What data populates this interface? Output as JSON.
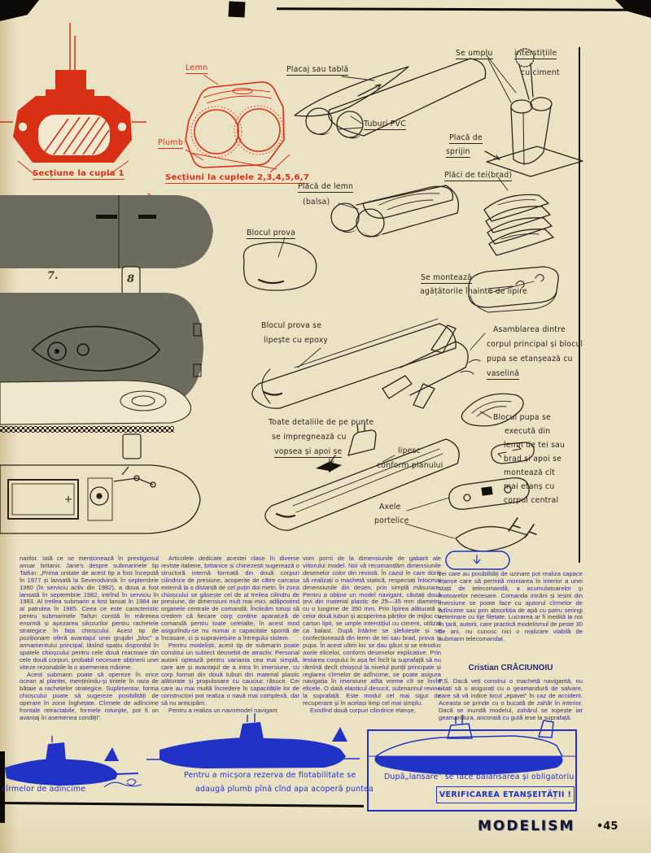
{
  "colors": {
    "paper": "#ebe2c4",
    "red_ink": "#d92f15",
    "blue_ink": "#2133c6",
    "text_navy": "#33337f",
    "black_ink": "#2b241c",
    "grey_fill": "#6d6a5e"
  },
  "masthead": {
    "logo": "MODELISM",
    "issue": "•45"
  },
  "red_diagrams": {
    "lemn": "Lemn",
    "plumb": "Plumb",
    "cap1": "Secțiune la cupla 1",
    "cap2": "Secțiuni la cuplele 2,3,4,5,6,7"
  },
  "figure_numbers": {
    "f7": "7.",
    "f8": "8"
  },
  "labels": {
    "placaj": "Placaj sau tablă",
    "tuburi": "Tuburi PVC",
    "umplu1": "Se umplu",
    "umplu2": "interstițiile",
    "umplu3": "cu ciment",
    "sprijin1": "Placă de",
    "sprijin2": "sprijin",
    "tei": "Plăci de tei(brad)",
    "monteaza1": "Se montează",
    "monteaza2": "agățătorile înainte de lipire",
    "placa1": "Placă de lemn",
    "placa2": "(balsa)",
    "prova": "Blocul prova",
    "epoxy1": "Blocul prova se",
    "epoxy2": "lipește cu epoxy",
    "asm1": "Asamblarea dintre",
    "asm2": "corpul principal și blocul",
    "asm3": "pupa se etanșează cu",
    "asm4": "vaselină",
    "punte1": "Toate detaliile de pe punte",
    "punte2": "se impregnează cu",
    "punte3": "vopsea și apoi se",
    "lipesc1": "lipesc",
    "lipesc2": "conform planului",
    "pupa1": "Blocul pupa se",
    "pupa2": "execută din",
    "pupa3": "lemn de tei sau",
    "pupa4": "brad și apoi se",
    "pupa5": "montează cît",
    "pupa6": "mai etanș cu",
    "pupa7": "corpul central",
    "axele1": "Axele",
    "axele2": "portelice"
  },
  "article": {
    "c1p1": "narilor. Iată ce se menționează în prestigiosul anuar britanic Jane's despre submarinele tip Taifun: „Prima unitate de acest tip a fost începută în 1977 și lansată la Severodvinsk în septembrie 1980 (în serviciu activ din 1982), a doua a fost lansată în septembrie 1982, intrînd în serviciu în 1983. Al treilea submarin a fost lansat în 1984 iar al patrulea în 1985. Ceea ce este caracteristic pentru submarinele Taifun constă în mărimea enormă și așezarea silozurilor pentru rachetele strategice în fața chioșcului. Acest tip de poziționare oferă avantajul unei grupări „bloc” a armamentului principal, lăsînd spațiu disponibil în spatele chioșcului pentru cele două reactoare din cele două corpuri, probabil necesare obținerii unei viteze rezonabile la o asemenea mărime.",
    "c1p2": "Acest submarin poate să opereze în orice ocean al plantei, menținîndu-și țintele în raza de bătaie a rachetelor strategice. Suplimentar, forma chioșcului poate să sugereze posibilități de operare în zone înghețate. Cîrmele de adîncime frontale retractabile, formele rotunjite, pot fi un avantaj în asemenea condiții”.",
    "c2p1": "Articolele dedicate acestei clase în diverse reviste italiene, britanice și chinezești sugerează o structură internă formată din două corpuri cilindrice de presiune, acoperite de către carcasa externă la o distanță de cel puțin doi metri. În zona chioșcului se găsește cel de al treilea cilindru de presiune, de dimensiuni mult mai mici, adăpostind organele centrale de comandă. Înclinăm totuși să credem că fiecare corp conține aparatură de comandă pentru toate celelalte, în acest mod asigurîndu-se nu numai o capacitate sporită de încasare, ci și supraviețuire a întregului sistem.",
    "c2p2": "Pentru modeliști, acest tip de submarin poate constitui un subiect deosebit de atractiv. Personal autorii optează pentru varianta cea mai simplă, care are și avantajul de a intra în imersiune, cu corp format din două tuburi din material plastic alăturate și propulsoare cu cauciuc răsucit. Cei care au mai multă încredere în capacitățile lor de constructori pot realiza o navă mai complexă, dar să nu anticipăm.",
    "c2p3": "Pentru a realiza un navomodel navigant",
    "c3p1": "vom porni de la dimensiunile de gabarit ale viitorului model. Noi vă recomandăm dimensiunile desenelor color din revistă. În cazul în care doriți să realizați o machetă statică, respectați întocmai dimensiunile din desen, prin simplă măsurare. Pentru a obține un model navigant, căutați două țevi din material plastic de 25—35 mm diametru cu o lungime de 350 mm. Prin lipirea alăturată a celor două tuburi și acoperirea părților de mijloc cu carton lipit, se umple interstițiul cu ciment, utilizat ca balast. După întărire se șlefuiește și se confecționează din lemn de tei sau brad, prova și pupa. În acest ultim loc se dau găuri și se introduc axele elicelor, conform desenelor explicative. Prin lestarea corpului în așa fel încît la suprafață să nu rămînă decît chioșcul la nivelul punții principale și reglarea cîrmelor de adîncime, se poate asigura navigația în imersiune atîta vreme cît se învîrt elicele. O dată elasticul desucit, submarinul revine la suprafață. Este modul cel mai sigur de recuperare și în același timp cel mai simplu.",
    "c3p2": "Existînd două corpuri cilindrice etanșe,",
    "c4p1": "cei care au posibilități de uzinare pot realiza capace etanșe care să permită montarea în interior a unei stații de telecomandă, a acumulatoarelor și motoarelor necesare. Comanda intrării și ieșirii din imersiune se poate face cu ajutorul cîrmelor de adîncime sau prin absorbția de apă cu patru seringi veterinare cu tije filetate. Lucrarea ar fi inedită la noi în țară, autorii, care practică modelismul de peste 30 de ani, nu cunosc nici o realizare viabilă de submarin telecomandat.",
    "author": "Cristian CRĂCIUNOIU",
    "ps": "P.S. Dacă veți construi o machetă navigantă, nu uitați să o asigurați cu o geamandură de salvare, care să vă indice locul „epavei” în caz de accident. Aceasta se prinde cu o bucată de zahăr în interior. Dacă se inundă modelul, zahărul se topește iar geamandura, ancorată cu gută iese la suprafață."
  },
  "bottom": {
    "left": "cîrmelor de adîncime",
    "mid1": "Pentru a micșora rezerva de flotabilitate se",
    "mid2": "adaugă plumb pînă cînd apa acoperă puntea",
    "frame": "După„lansare” se face balansarea și obligatoriu",
    "verify": "VERIFICAREA ETANȘEITĂȚII !"
  }
}
